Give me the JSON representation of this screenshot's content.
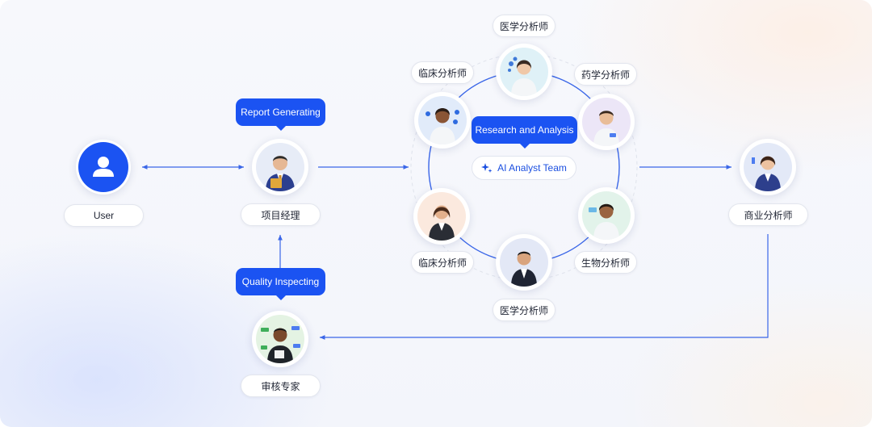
{
  "nodes": {
    "user": "User",
    "project_manager": "项目经理",
    "reviewer": "审核专家",
    "business_analyst": "商业分析师"
  },
  "tips": {
    "report": "Report Generating",
    "quality": "Quality Inspecting",
    "research": "Research and Analysis"
  },
  "team": {
    "label": "AI Analyst Team"
  },
  "analysts": {
    "medical_top": "医学分析师",
    "clinical_top": "临床分析师",
    "pharma": "药学分析师",
    "clinical_bottom": "临床分析师",
    "bio": "生物分析师",
    "medical_bottom": "医学分析师"
  },
  "colors": {
    "accent": "#1b53f2",
    "line": "#3a66e8"
  }
}
